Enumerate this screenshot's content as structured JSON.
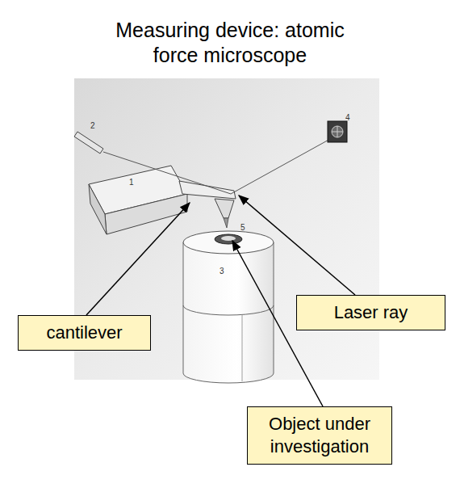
{
  "diagram": {
    "title": "Measuring device: atomic force microscope",
    "nodes": [
      {
        "text": [
          "cantilever"
        ]
      },
      {
        "text": [
          "Laser ray"
        ]
      },
      {
        "text": [
          "Object under investigation"
        ]
      }
    ],
    "labels": [
      "1",
      "2",
      "3",
      "4",
      "5"
    ]
  }
}
